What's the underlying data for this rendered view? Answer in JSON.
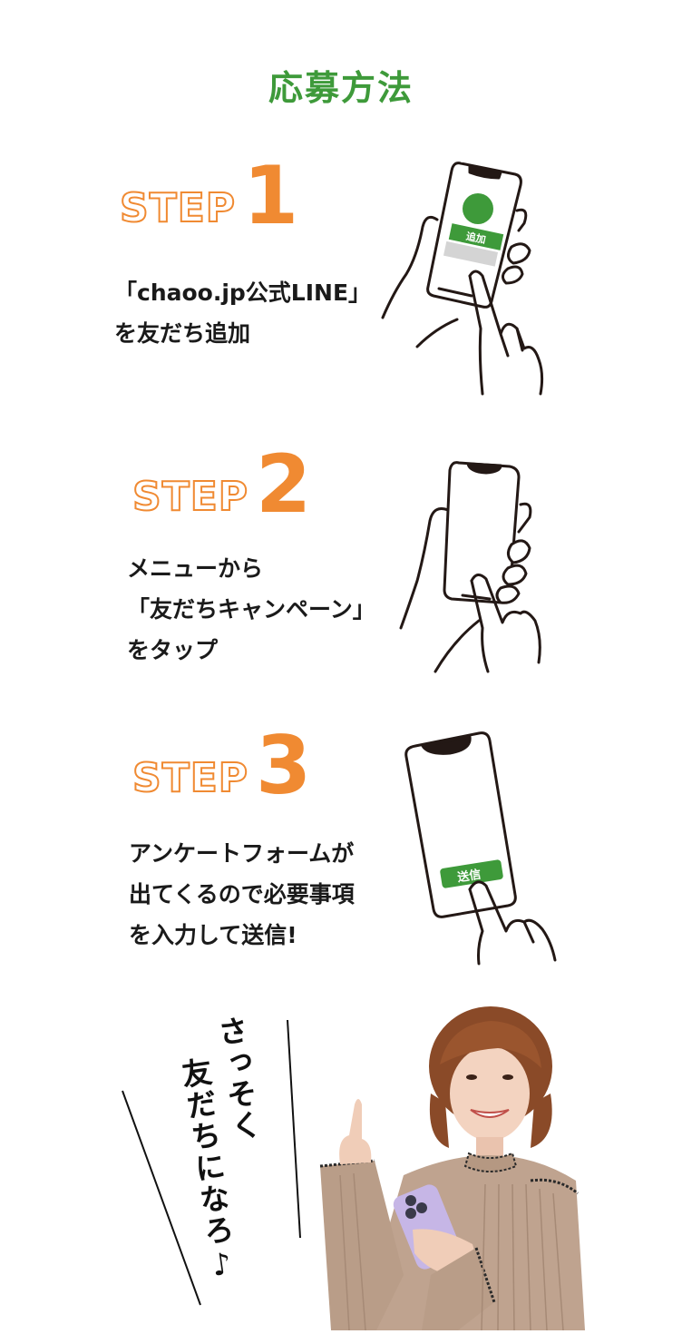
{
  "header": {
    "title": "応募方法"
  },
  "steps": [
    {
      "word": "STEP",
      "number": "1",
      "lines": [
        "「chaoo.jp公式LINE」",
        "を友だち追加"
      ],
      "illustration": "hand-holding-phone-add-friend",
      "phone_button_label": "追加"
    },
    {
      "word": "STEP",
      "number": "2",
      "lines": [
        "メニューから",
        "「友だちキャンペーン」",
        "をタップ"
      ],
      "illustration": "hand-holding-phone-tap"
    },
    {
      "word": "STEP",
      "number": "3",
      "lines": [
        "アンケートフォームが",
        "出てくるので必要事項",
        "を入力して送信!"
      ],
      "illustration": "phone-send-button-tap",
      "phone_button_label": "送信"
    }
  ],
  "closing": {
    "line1": "さっそく",
    "line2": "友だちになろ♪",
    "photo": "woman-pointing-up-holding-phone"
  },
  "colors": {
    "title_green": "#3e9a3a",
    "step_orange": "#f08a32",
    "button_green": "#3e9a3a",
    "text": "#1a1a1a"
  }
}
